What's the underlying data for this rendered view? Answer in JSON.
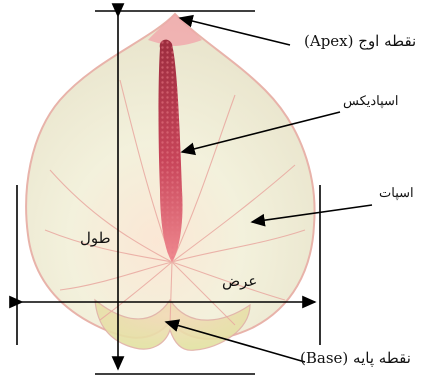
{
  "labels": {
    "apex": "نقطه اوج (Apex)",
    "spadix": "اسپادیکس",
    "spathe": "اسپات",
    "length": "طول",
    "width": "عرض",
    "base": "نقطه پایه (Base)"
  },
  "colors": {
    "leaf_light": "#f3f1dc",
    "leaf_shade": "#e8dfc6",
    "leaf_vein": "#e9a8a0",
    "apex_pink": "#f2a2a8",
    "spadix_dark": "#b23a4b",
    "spadix_mid": "#e1646e",
    "base_green": "#e4e8a8",
    "line": "#000000"
  }
}
